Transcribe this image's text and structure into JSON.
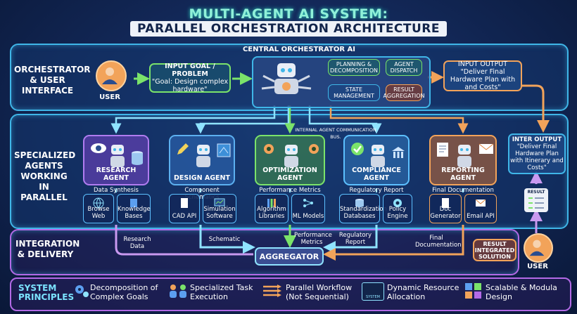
{
  "title": {
    "line1": "MULTI-AGENT AI SYSTEM:",
    "line2": "PARALLEL ORCHESTRATION ARCHITECTURE"
  },
  "rows": {
    "orchestrator": "ORCHESTRATOR & USER INTERFACE",
    "agents": "SPECIALIZED AGENTS WORKING IN PARALLEL",
    "integration": "INTEGRATION & DELIVERY"
  },
  "user_top": {
    "label": "USER"
  },
  "input_goal": {
    "title": "INPUT GOAL / PROBLEM",
    "text": "\"Goal: Design complex hardware\""
  },
  "orchestrator": {
    "title": "CENTRAL ORCHESTRATOR AI",
    "planning": "PLANNING & DECOMPOSITION",
    "dispatch": "AGENT DISPATCH",
    "state": "STATE MANAGEMENT",
    "aggregation": "RESULT AGGREGATION"
  },
  "input_output": {
    "title": "INPUT OUTPUT",
    "text": "\"Deliver Final Hardware Plan with and Costs\""
  },
  "bus_label": "INTERNAL AGENT COMMUNICATION BUS.",
  "inter_output": {
    "title": "INTER OUTPUT",
    "text": "\"Deliver Final Hardware Plan with Itinerary and Costs\""
  },
  "agents": [
    {
      "name": "RESEARCH AGENT",
      "sub": "Data Synthesis"
    },
    {
      "name": "DESIGN AGENT",
      "sub": "Component Schematics"
    },
    {
      "name": "OPTIMIZATION AGENT",
      "sub": "Performance Metrics"
    },
    {
      "name": "COMPLIANCE AGENT",
      "sub": "Regulatory Report"
    },
    {
      "name": "REPORTING AGENT",
      "sub": "Final Documentation"
    }
  ],
  "tools": [
    {
      "label": "Browse Web"
    },
    {
      "label": "Knowledge Bases"
    },
    {
      "label": "CAD API"
    },
    {
      "label": "Simulation Software"
    },
    {
      "label": "Algorithm Libraries"
    },
    {
      "label": "ML Models"
    },
    {
      "label": "Standardization Databases"
    },
    {
      "label": "Policy Engine"
    },
    {
      "label": "Doc Generator"
    },
    {
      "label": "Email API"
    }
  ],
  "result_badge": "RESULT",
  "flow_labels": {
    "research": "Research Data",
    "schematic": "Schematic",
    "performance": "Performance Metrics",
    "regulatory": "Regulatory Report",
    "final_doc": "Final Documentation"
  },
  "aggregator": "AGGREGATOR",
  "result_integrated": "RESULT INTEGRATED SOLUTION",
  "user_bottom": {
    "label": "USER"
  },
  "principles": {
    "heading": "SYSTEM PRINCIPLES",
    "items": [
      "Decomposition of Complex Goals",
      "Specialized Task Execution",
      "Parallel Workflow (Not Sequential)",
      "Dynamic Resource Allocation",
      "Scalable & Modula Design"
    ],
    "system_tag": "SYSTEM"
  },
  "colors": {
    "cyan": "#3fb6e8",
    "green": "#7be36a",
    "orange": "#f2a35a",
    "purple": "#b36ae6",
    "yellow": "#e6d24a",
    "research": "#8a5ad8",
    "design": "#3d8fd8",
    "optimization": "#5cbf46",
    "compliance": "#3aa0d8",
    "reporting": "#e2823a"
  }
}
